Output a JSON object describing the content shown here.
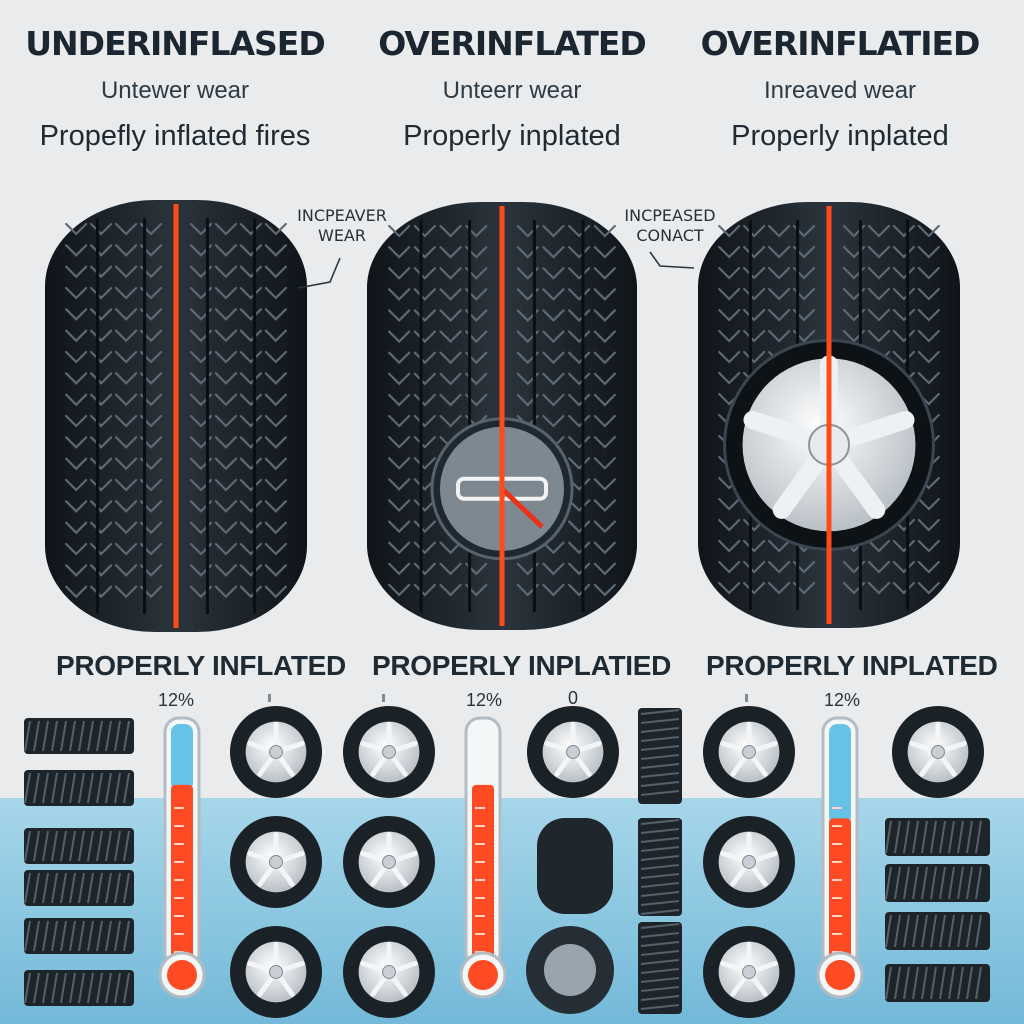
{
  "headings": [
    {
      "title": "UNDERINFLASED",
      "subtitle": "Untewer wear",
      "caption": "Propefly inflated fires"
    },
    {
      "title": "OVERINFLATED",
      "subtitle": "Unteerr wear",
      "caption": "Properly inplated"
    },
    {
      "title": "OVERINFLATIED",
      "subtitle": "Inreaved wear",
      "caption": "Properly inplated"
    }
  ],
  "callouts": [
    {
      "line1": "INCPEAVER",
      "line2": "WEAR"
    },
    {
      "line1": "INCPEASED",
      "line2": "CONACT"
    }
  ],
  "section_labels": [
    "PROPERLY INFLATED",
    "PROPERLY INPLATIED",
    "PROPERLY INPLATED"
  ],
  "gauge_labels": [
    "12%",
    "12%",
    "12%"
  ],
  "misc_marks": [
    "0"
  ],
  "gauge_fill_fraction": [
    0.72,
    0.72,
    0.58
  ],
  "colors": {
    "background": "#e9ebec",
    "water": "#8cc8e0",
    "tire": "#1c232a",
    "centerline": "#ff4a1c",
    "gauge_red": "#ff4b24",
    "gauge_blue": "#67c3e6",
    "rim": "#d9dde1"
  },
  "icons": [
    "tire-icon",
    "wheel-icon",
    "thermometer-icon",
    "tread-strip-icon",
    "pressure-dial-icon"
  ]
}
